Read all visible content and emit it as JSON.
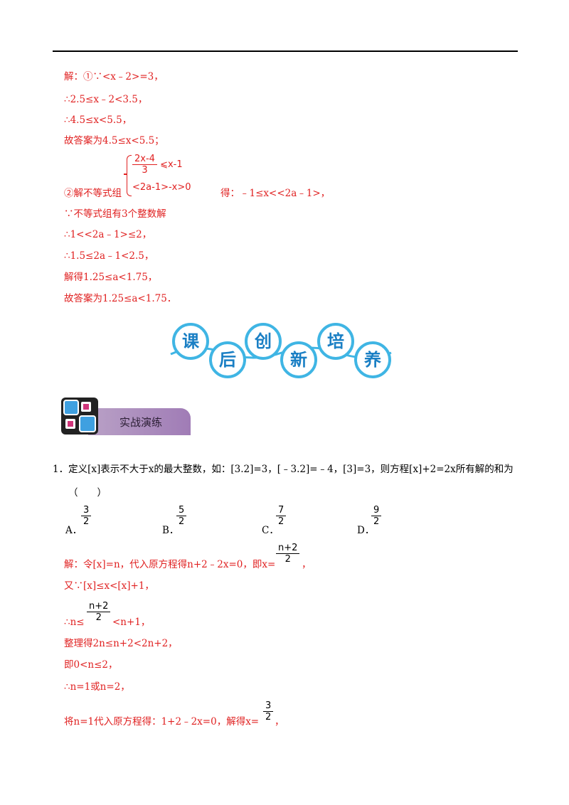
{
  "solution1": {
    "l1": "解：①∵<x﹣2>=3，",
    "l2": "∴2.5≤x﹣2<3.5，",
    "l3": "∴4.5≤x<5.5，",
    "l4": "故答案为4.5≤x<5.5；",
    "sys_line1_num": "2x-4",
    "sys_line1_den": "3",
    "sys_line1_rest": "⩽x-1",
    "sys_line2": "<2a-1>-x>0",
    "l5_prefix": "②解不等式组",
    "l5_suffix": "得：﹣1≤x<<2a﹣1>，",
    "l6": "∵不等式组有3个整数解",
    "l7": "∴1<<2a﹣1>≤2，",
    "l8": "∴1.5≤2a﹣1<2.5，",
    "l9": "解得1.25≤a<1.75，",
    "l10": "故答案为1.25≤a<1.75．"
  },
  "banner": {
    "chars": [
      "课",
      "后",
      "创",
      "新",
      "培",
      "养"
    ],
    "bubble_color": "#3fb5e4",
    "text_color": "#1a7fc4"
  },
  "section": {
    "title": "实战演练",
    "accent": "#a07cb6"
  },
  "question1": {
    "stem": "1．定义[x]表示不大于x的最大整数，如：[3.2]=3，[﹣3.2]=﹣4，[3]=3，则方程[x]+2=2x所有解的和为",
    "paren": "（　　）",
    "options": [
      {
        "label": "A．",
        "num": "3",
        "den": "2"
      },
      {
        "label": "B．",
        "num": "5",
        "den": "2"
      },
      {
        "label": "C．",
        "num": "7",
        "den": "2"
      },
      {
        "label": "D．",
        "num": "9",
        "den": "2"
      }
    ]
  },
  "solution2": {
    "l1_prefix": "解：令[x]=n，代入原方程得n+2﹣2x=0，即x=",
    "l1_num": "n+2",
    "l1_den": "2",
    "l1_suffix": "，",
    "l2": "又∵[x]≤x<[x]+1，",
    "l3_prefix": "∴n≤",
    "l3_num": "n+2",
    "l3_den": "2",
    "l3_suffix": "<n+1，",
    "l4": "整理得2n≤n+2<2n+2，",
    "l5": "即0<n≤2，",
    "l6": "∴n=1或n=2，",
    "l7_prefix": "将n=1代入原方程得：1+2﹣2x=0，解得x=",
    "l7_num": "3",
    "l7_den": "2",
    "l7_suffix": "，"
  }
}
